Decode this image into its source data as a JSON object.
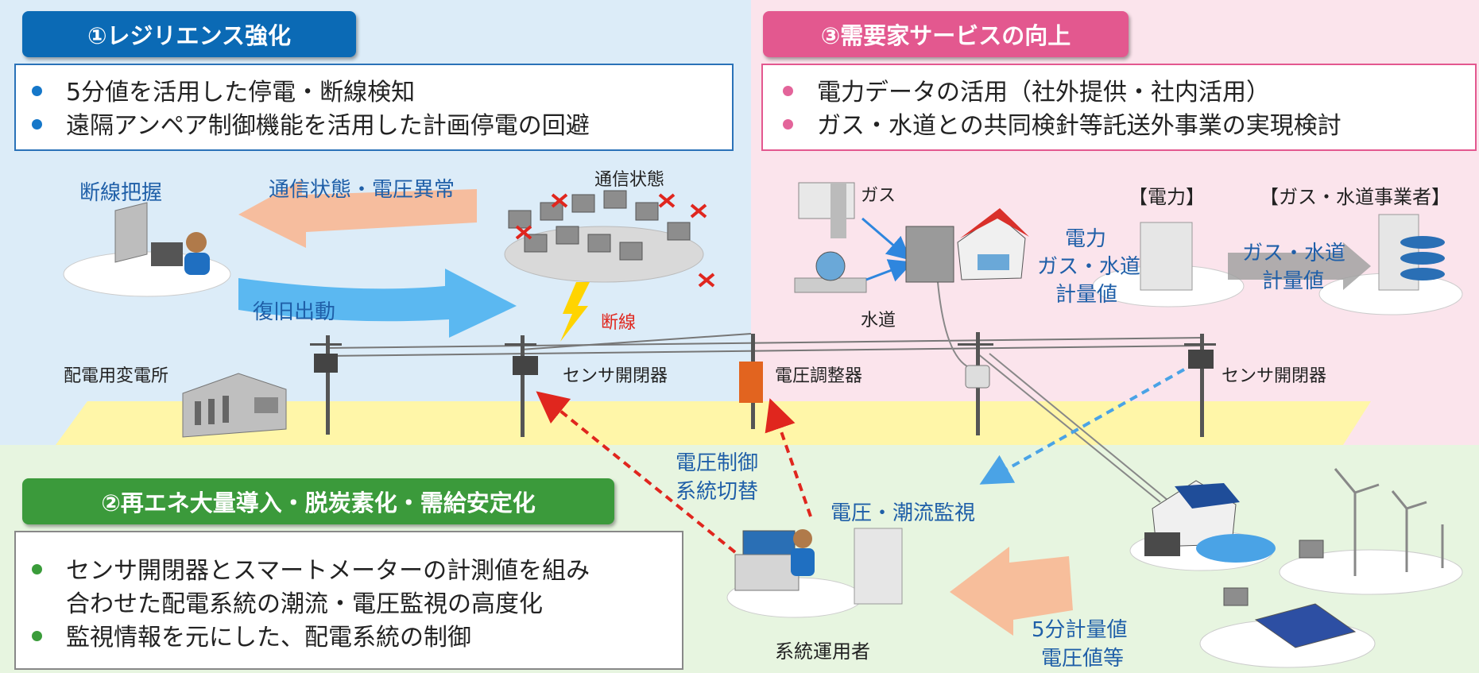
{
  "colors": {
    "section1": "#0b6ab5",
    "section2": "#3b9a3b",
    "section3": "#e3588f",
    "bullet1": "#1577c9",
    "bullet2": "#3a9c3a",
    "bullet3": "#e3649a"
  },
  "section1": {
    "title": "①レジリエンス強化",
    "bullets": [
      "5分値を活用した停電・断線検知",
      "遠隔アンペア制御機能を活用した計画停電の回避"
    ]
  },
  "section2": {
    "title": "②再エネ大量導入・脱炭素化・需給安定化",
    "bullets": [
      "センサ開閉器とスマートメーターの計測値を組み",
      "合わせた配電系統の潮流・電圧監視の高度化",
      "監視情報を元にした、配電系統の制御"
    ]
  },
  "section3": {
    "title": "③需要家サービスの向上",
    "bullets": [
      "電力データの活用（社外提供・社内活用）",
      "ガス・水道との共同検針等託送外事業の実現検討"
    ]
  },
  "labels": {
    "disconnect_grasp": "断線把握",
    "comm_voltage_abnormal": "通信状態・電圧異常",
    "comm_status": "通信状態",
    "recovery_dispatch": "復旧出動",
    "disconnection": "断線",
    "substation": "配電用変電所",
    "sensor_switch_left": "センサ開閉器",
    "voltage_regulator": "電圧調整器",
    "sensor_switch_right": "センサ開閉器",
    "gas": "ガス",
    "water": "水道",
    "power_bracket": "【電力】",
    "gas_water_operator": "【ガス・水道事業者】",
    "power_line1": "電力",
    "power_line2": "ガス・水道",
    "power_line3": "計量値",
    "gw_line1": "ガス・水道",
    "gw_line2": "計量値",
    "voltage_control_1": "電圧制御",
    "voltage_control_2": "系統切替",
    "voltage_flow_monitor": "電圧・潮流監視",
    "system_operator": "系統運用者",
    "five_min_1": "5分計量値",
    "five_min_2": "電圧値等"
  }
}
